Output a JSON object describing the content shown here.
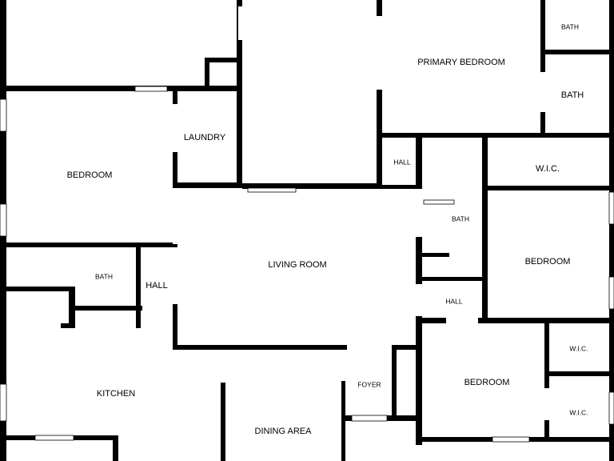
{
  "colors": {
    "wall": "#000000",
    "background": "#ffffff"
  },
  "rooms": {
    "primary_bedroom": "PRIMARY BEDROOM",
    "bath_top": "BATH",
    "bath_primary": "BATH",
    "laundry": "LAUNDRY",
    "bedroom_left": "BEDROOM",
    "hall_top": "HALL",
    "wic_right": "W.I.C.",
    "bath_center": "BATH",
    "bedroom_right": "BEDROOM",
    "living_room": "LIVING ROOM",
    "bath_left": "BATH",
    "hall_left": "HALL",
    "hall_center": "HALL",
    "kitchen": "KITCHEN",
    "foyer": "FOYER",
    "bedroom_bottom": "BEDROOM",
    "wic_upper": "W.I.C.",
    "wic_lower": "W.I.C.",
    "dining_area": "DINING AREA"
  }
}
